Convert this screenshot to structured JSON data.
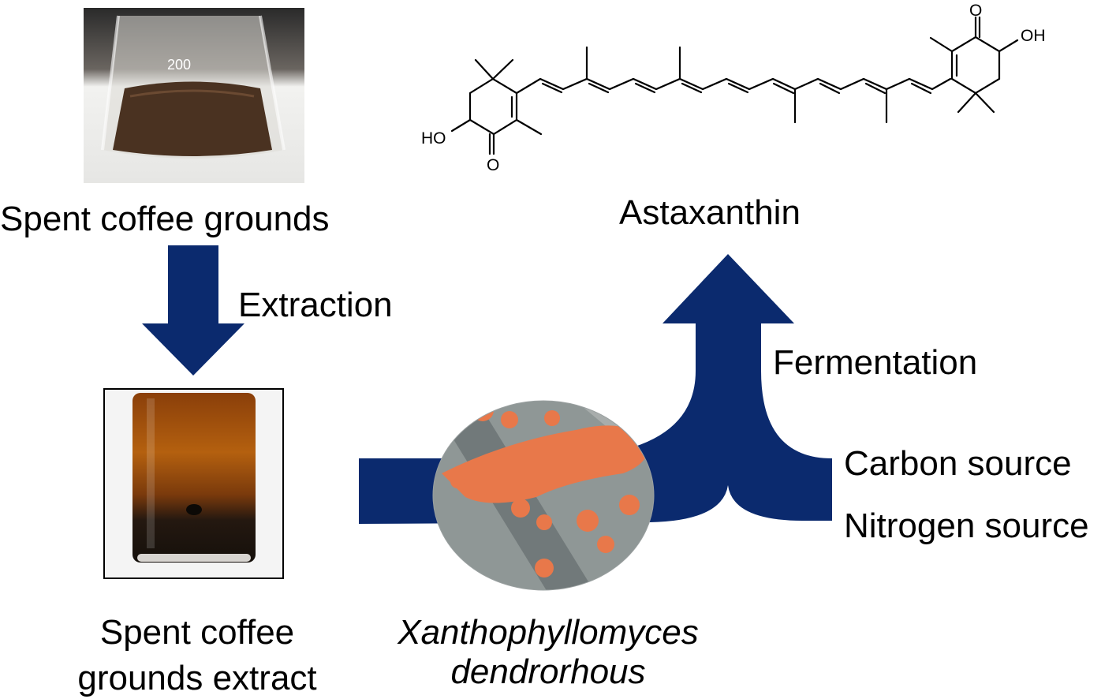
{
  "labels": {
    "spent_coffee_grounds": "Spent coffee grounds",
    "extraction": "Extraction",
    "extract_line1": "Spent coffee",
    "extract_line2": "grounds extract",
    "organism_line1": "Xanthophyllomyces",
    "organism_line2": "dendrorhous",
    "astaxanthin": "Astaxanthin",
    "fermentation": "Fermentation",
    "carbon_source": "Carbon source",
    "nitrogen_source": "Nitrogen source"
  },
  "molecule": {
    "atom_ho": "HO",
    "atom_oh": "OH",
    "atom_o_left": "O",
    "atom_o_right": "O"
  },
  "photos": {
    "beaker_marking": "200"
  },
  "colors": {
    "arrow": "#0b2a6e",
    "text": "#000000",
    "coffee": "#4a3221",
    "extract_top": "#a2530e",
    "extract_bottom": "#1c140d",
    "yeast_colony": "#e8784a",
    "plate": "#8f9796"
  }
}
